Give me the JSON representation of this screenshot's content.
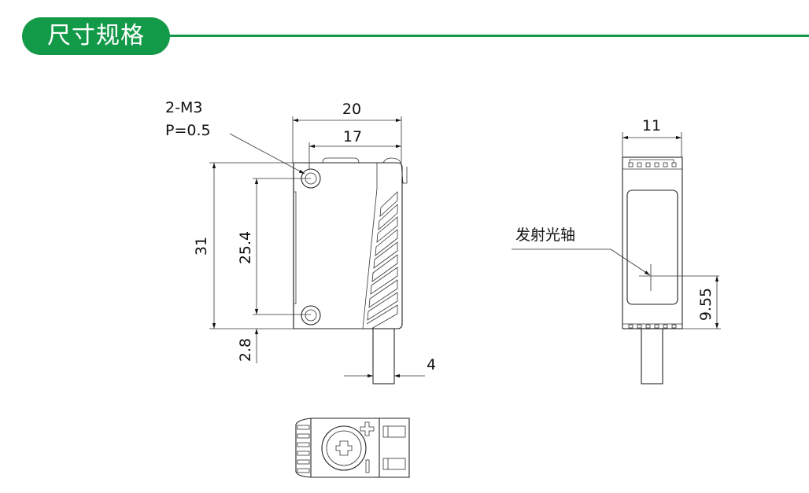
{
  "header": {
    "title": "尺寸规格",
    "accent_color": "#139a48"
  },
  "front_view": {
    "thread_label": "2-M3",
    "pitch_label": "P=0.5",
    "dim_width": "20",
    "dim_hole_spacing_h": "17",
    "dim_height": "31",
    "dim_hole_spacing_v": "25.4",
    "dim_bottom_offset": "2.8",
    "dim_cable": "4"
  },
  "side_view": {
    "dim_width": "11",
    "axis_label": "发射光轴",
    "dim_axis_height": "9.55"
  }
}
